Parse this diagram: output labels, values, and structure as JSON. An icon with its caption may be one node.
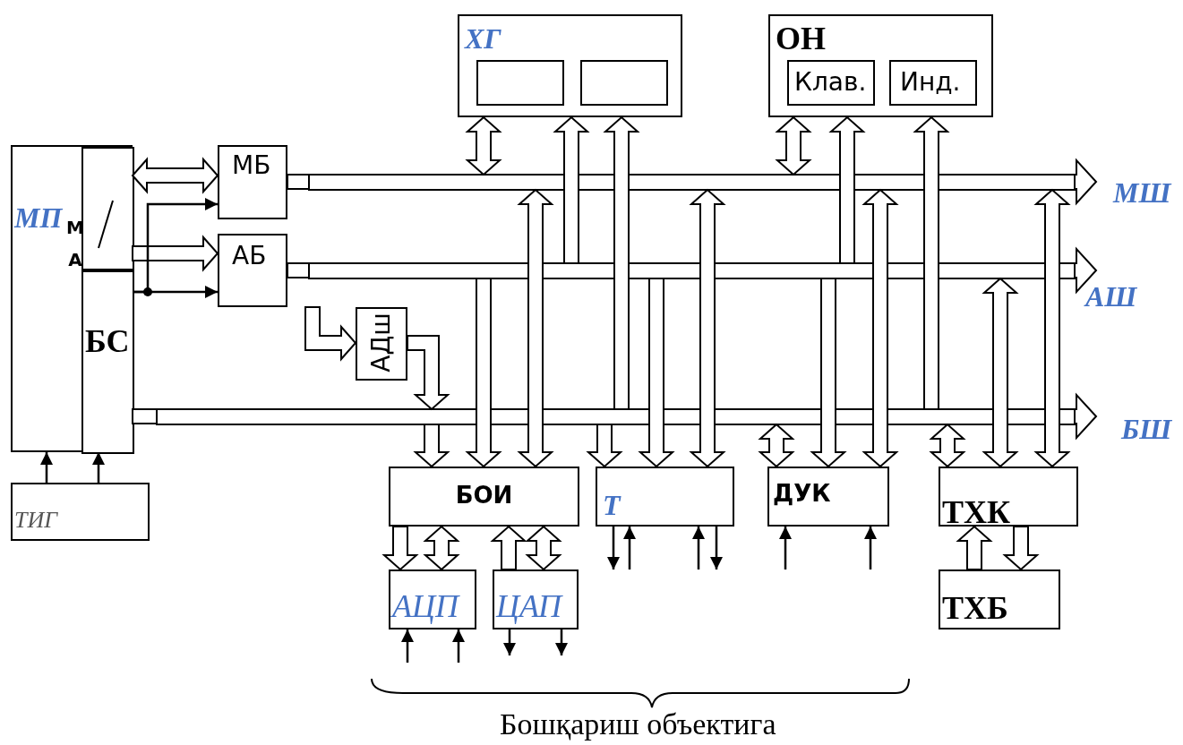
{
  "diagram": {
    "nodes": [
      {
        "text": [
          "МП",
          "М А"
        ]
      },
      {
        "text": [],
        "shape": "box",
        "in": 0
      },
      {
        "text": [
          "БС"
        ],
        "in": 0
      },
      {
        "text": [
          "ХГ"
        ]
      },
      {
        "text": [],
        "shape": "box",
        "in": 3
      },
      {
        "text": [],
        "shape": "box",
        "in": 3
      },
      {
        "text": [
          "ОН"
        ]
      },
      {
        "text": [
          "Клав."
        ],
        "in": 6
      },
      {
        "text": [
          "Инд."
        ],
        "in": 6
      },
      {
        "text": [
          "МБ"
        ]
      },
      {
        "text": [],
        "shape": "bar",
        "beside": [
          "МШ"
        ]
      },
      {
        "text": [
          "АБ"
        ]
      },
      {
        "text": [],
        "shape": "bar",
        "beside": [
          "АШ"
        ]
      },
      {
        "text": [
          "АДш"
        ]
      },
      {
        "text": [],
        "shape": "bar",
        "beside": [
          "БШ"
        ]
      },
      {
        "text": [
          "БОИ"
        ]
      },
      {
        "text": [
          "Т"
        ]
      },
      {
        "text": [
          "ДУК"
        ]
      },
      {
        "text": [
          "ТХК"
        ]
      },
      {
        "text": [
          "ТИГ"
        ]
      },
      {
        "text": [
          "АЦП"
        ]
      },
      {
        "text": [
          "ЦАП"
        ]
      },
      {
        "text": [
          "ТХБ"
        ]
      }
    ],
    "edges": [
      {
        "from": 1,
        "to": 9,
        "arrow": "both",
        "style": "thick"
      },
      {
        "from": 1,
        "to": 11,
        "arrow": "to",
        "style": "thick"
      },
      {
        "from": 2,
        "to": 9,
        "arrow": "to"
      },
      {
        "from": 2,
        "to": 11,
        "arrow": "to"
      },
      {
        "from": 9,
        "to": 10,
        "arrow": "none",
        "style": "thick"
      },
      {
        "from": 10,
        "to": null,
        "arrow": "to",
        "style": "thick"
      },
      {
        "from": 11,
        "to": 12,
        "arrow": "none",
        "style": "thick"
      },
      {
        "from": 12,
        "to": null,
        "arrow": "to",
        "style": "thick"
      },
      {
        "from": 2,
        "to": 14,
        "arrow": "none",
        "style": "thick"
      },
      {
        "from": 14,
        "to": null,
        "arrow": "to",
        "style": "thick"
      },
      {
        "from": 11,
        "to": 13,
        "arrow": "to",
        "style": "thick"
      },
      {
        "from": 13,
        "to": 14,
        "arrow": "to",
        "style": "thick"
      },
      {
        "from": 3,
        "to": 10,
        "arrow": "both",
        "style": "thick"
      },
      {
        "from": 12,
        "to": 3,
        "arrow": "to",
        "style": "thick"
      },
      {
        "from": 14,
        "to": 3,
        "arrow": "to",
        "style": "thick"
      },
      {
        "from": 6,
        "to": 10,
        "arrow": "both",
        "style": "thick"
      },
      {
        "from": 12,
        "to": 6,
        "arrow": "to",
        "style": "thick"
      },
      {
        "from": 14,
        "to": 6,
        "arrow": "to",
        "style": "thick"
      },
      {
        "from": 14,
        "to": 15,
        "arrow": "to",
        "style": "thick"
      },
      {
        "from": 12,
        "to": 15,
        "arrow": "to",
        "style": "thick"
      },
      {
        "from": 10,
        "to": 15,
        "arrow": "both",
        "style": "thick"
      },
      {
        "from": 14,
        "to": 16,
        "arrow": "to",
        "style": "thick"
      },
      {
        "from": 12,
        "to": 16,
        "arrow": "to",
        "style": "thick"
      },
      {
        "from": 10,
        "to": 16,
        "arrow": "both",
        "style": "thick"
      },
      {
        "from": 14,
        "to": 17,
        "arrow": "both",
        "style": "thick"
      },
      {
        "from": 12,
        "to": 17,
        "arrow": "to",
        "style": "thick"
      },
      {
        "from": 10,
        "to": 17,
        "arrow": "both",
        "style": "thick"
      },
      {
        "from": 14,
        "to": 18,
        "arrow": "both",
        "style": "thick"
      },
      {
        "from": 12,
        "to": 18,
        "arrow": "both",
        "style": "thick"
      },
      {
        "from": 10,
        "to": 18,
        "arrow": "both",
        "style": "thick"
      },
      {
        "from": 18,
        "to": 22,
        "arrow": "to",
        "style": "thick"
      },
      {
        "from": 22,
        "to": 18,
        "arrow": "to",
        "style": "thick"
      },
      {
        "from": 15,
        "to": 20,
        "arrow": "to",
        "style": "thick"
      },
      {
        "from": 20,
        "to": 15,
        "arrow": "both",
        "style": "thick"
      },
      {
        "from": 21,
        "to": 15,
        "arrow": "to",
        "style": "thick"
      },
      {
        "from": 15,
        "to": 21,
        "arrow": "both",
        "style": "thick"
      },
      {
        "from": 19,
        "to": 0,
        "arrow": "to"
      },
      {
        "from": 19,
        "to": 2,
        "arrow": "to"
      },
      {
        "from": 16,
        "to": null,
        "arrow": "to"
      },
      {
        "from": null,
        "to": 16,
        "arrow": "to"
      },
      {
        "from": null,
        "to": 16,
        "arrow": "to"
      },
      {
        "from": 16,
        "to": null,
        "arrow": "to"
      },
      {
        "from": null,
        "to": 17,
        "arrow": "to"
      },
      {
        "from": null,
        "to": 17,
        "arrow": "to"
      },
      {
        "from": null,
        "to": 20,
        "arrow": "to"
      },
      {
        "from": null,
        "to": 20,
        "arrow": "to"
      },
      {
        "from": 21,
        "to": null,
        "arrow": "to"
      },
      {
        "from": 21,
        "to": null,
        "arrow": "to"
      }
    ],
    "labels": [
      "Бошқариш объектига"
    ]
  }
}
